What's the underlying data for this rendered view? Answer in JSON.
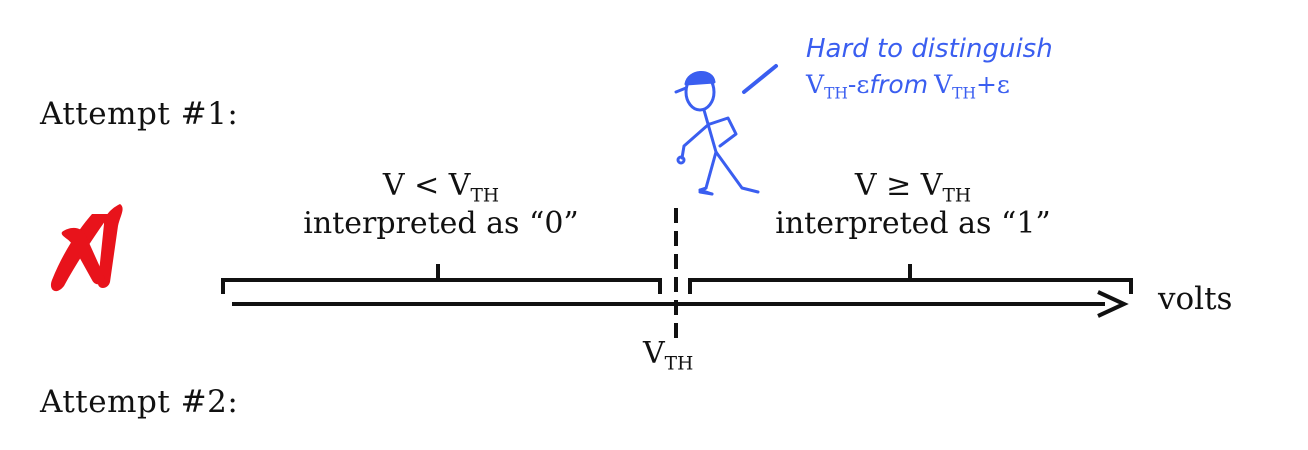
{
  "colors": {
    "ink": "#111111",
    "accent_blue": "#3a5ef0",
    "cross_red": "#e8131b"
  },
  "attempts": [
    {
      "label": "Attempt #1:"
    },
    {
      "label": "Attempt #2:"
    }
  ],
  "status_icon": "red-x-mark-icon",
  "figure_icon": "stick-figure-icon",
  "regions": {
    "low": {
      "condition_prefix": "V < V",
      "condition_sub": "TH",
      "meaning": "interpreted as “0”"
    },
    "high": {
      "condition_prefix": "V ≥ V",
      "condition_sub": "TH",
      "meaning": "interpreted as “1”"
    }
  },
  "axis": {
    "label": "volts",
    "threshold_prefix": "V",
    "threshold_sub": "TH"
  },
  "annotation": {
    "title": "Hard to distinguish",
    "line": {
      "a_prefix": "V",
      "a_sub": "TH",
      "a_suffix": "-ε",
      "middle": "from",
      "b_prefix": "V",
      "b_sub": "TH",
      "b_suffix": "+ε"
    }
  }
}
